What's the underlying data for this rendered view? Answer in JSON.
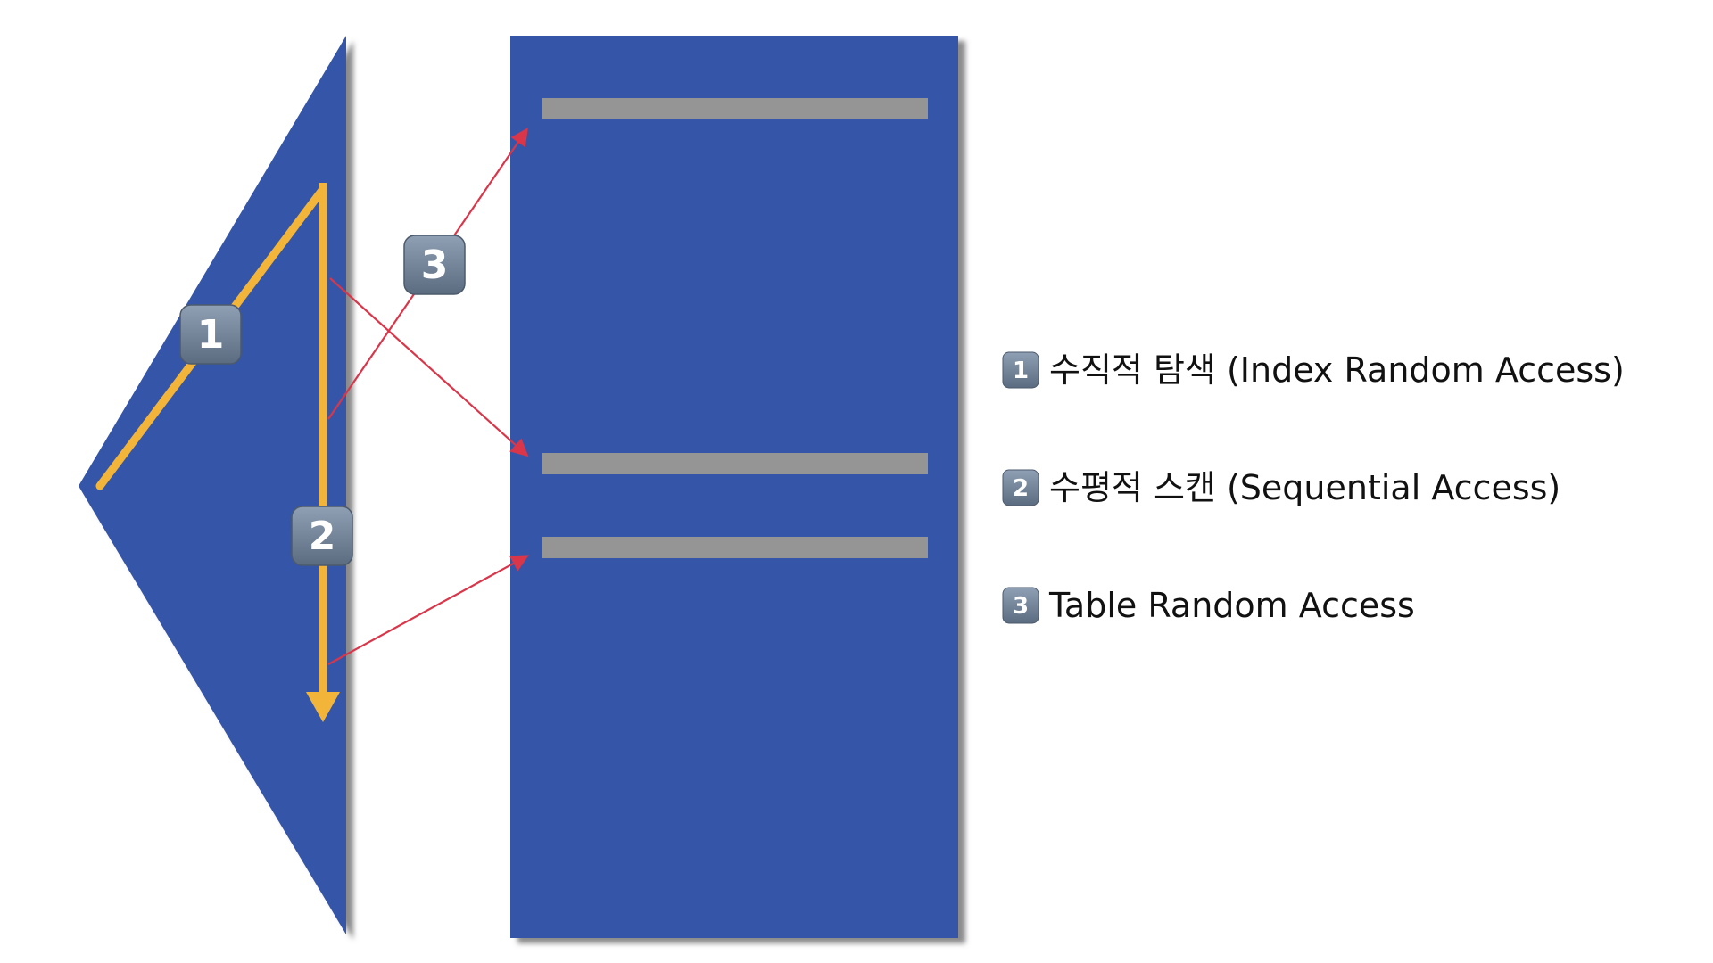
{
  "colors": {
    "index_fill": "#3456a8",
    "table_fill": "#3456a8",
    "row_highlight": "#959595",
    "scan_path": "#f2b53a",
    "access_arrow": "#d9364a",
    "badge": "#6f8197",
    "background": "#ffffff"
  },
  "badges": {
    "one": "1",
    "two": "2",
    "three": "3"
  },
  "legend": [
    {
      "badge": "1",
      "label": "수직적 탐색 (Index Random Access)"
    },
    {
      "badge": "2",
      "label": "수평적 스캔 (Sequential Access)"
    },
    {
      "badge": "3",
      "label": "Table Random Access"
    }
  ]
}
